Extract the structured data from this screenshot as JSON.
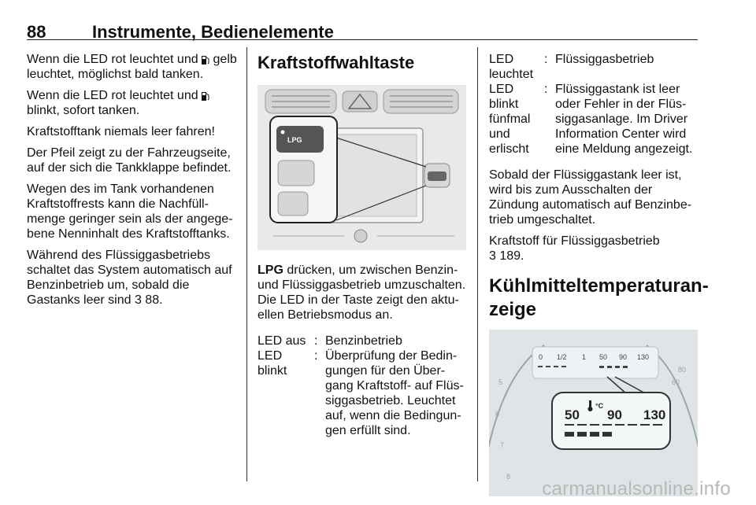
{
  "header": {
    "page_number": "88",
    "title": "Instrumente, Bedienelemente"
  },
  "col1": {
    "p1_a": "Wenn die LED rot leuchtet und ",
    "p1_b": " gelb leuchtet, möglichst bald tanken.",
    "p2_a": "Wenn die LED rot leuchtet und ",
    "p2_b": " blinkt, sofort tanken.",
    "p3": "Kraftstofftank niemals leer fahren!",
    "p4": "Der Pfeil zeigt zu der Fahrzeugseite, auf der sich die Tankklappe befindet.",
    "p5": "Wegen des im Tank vorhandenen Kraftstoffrests kann die Nachfüll-menge geringer sein als der angege-bene Nenninhalt des Kraftstofftanks.",
    "p6_a": "Während des Flüssiggasbetriebs schaltet das System automatisch auf Benzinbetrieb um, sobald die Gastanks leer sind ",
    "p6_ref": "3 88",
    "p6_b": "."
  },
  "col2": {
    "heading": "Kraftstoffwahltaste",
    "image_label_button": "LPG",
    "p1_bold": "LPG",
    "p1_rest": " drücken, um zwischen Benzin- und Flüssiggasbetrieb umzuschalten. Die LED in der Taste zeigt den aktu-ellen Betriebsmodus an.",
    "defs": [
      {
        "term": "LED aus",
        "sep": ":",
        "desc": "Benzinbetrieb"
      },
      {
        "term": "LED blinkt",
        "sep": ":",
        "desc": "Überprüfung der Bedin-gungen für den Über-gang Kraftstoff- auf Flüs-siggasbetrieb. Leuchtet auf, wenn die Bedingun-gen erfüllt sind."
      }
    ]
  },
  "col3": {
    "defs": [
      {
        "term": "LED leuchtet",
        "sep": ":",
        "desc": "Flüssiggasbetrieb"
      },
      {
        "term": "LED blinkt fünfmal und erlischt",
        "sep": ":",
        "desc": "Flüssiggastank ist leer oder Fehler in der Flüs-siggasanlage. Im Driver Information Center wird eine Meldung angezeigt."
      }
    ],
    "p1": "Sobald der Flüssiggastank leer ist, wird bis zum Ausschalten der Zündung automatisch auf Benzinbe-trieb umgeschaltet.",
    "p2": "Kraftstoff für Flüssiggasbetrieb",
    "p2_ref": "3 189.",
    "heading": "Kühlmitteltemperaturan-zeige",
    "gauge": {
      "t1": "50",
      "t2": "90",
      "t3": "130",
      "mini_0": "0",
      "mini_half": "1/2",
      "mini_1": "1",
      "mini_50": "50",
      "mini_90": "90",
      "mini_130": "130",
      "deg": "°C"
    }
  },
  "watermark": "carmanualsonline.info"
}
